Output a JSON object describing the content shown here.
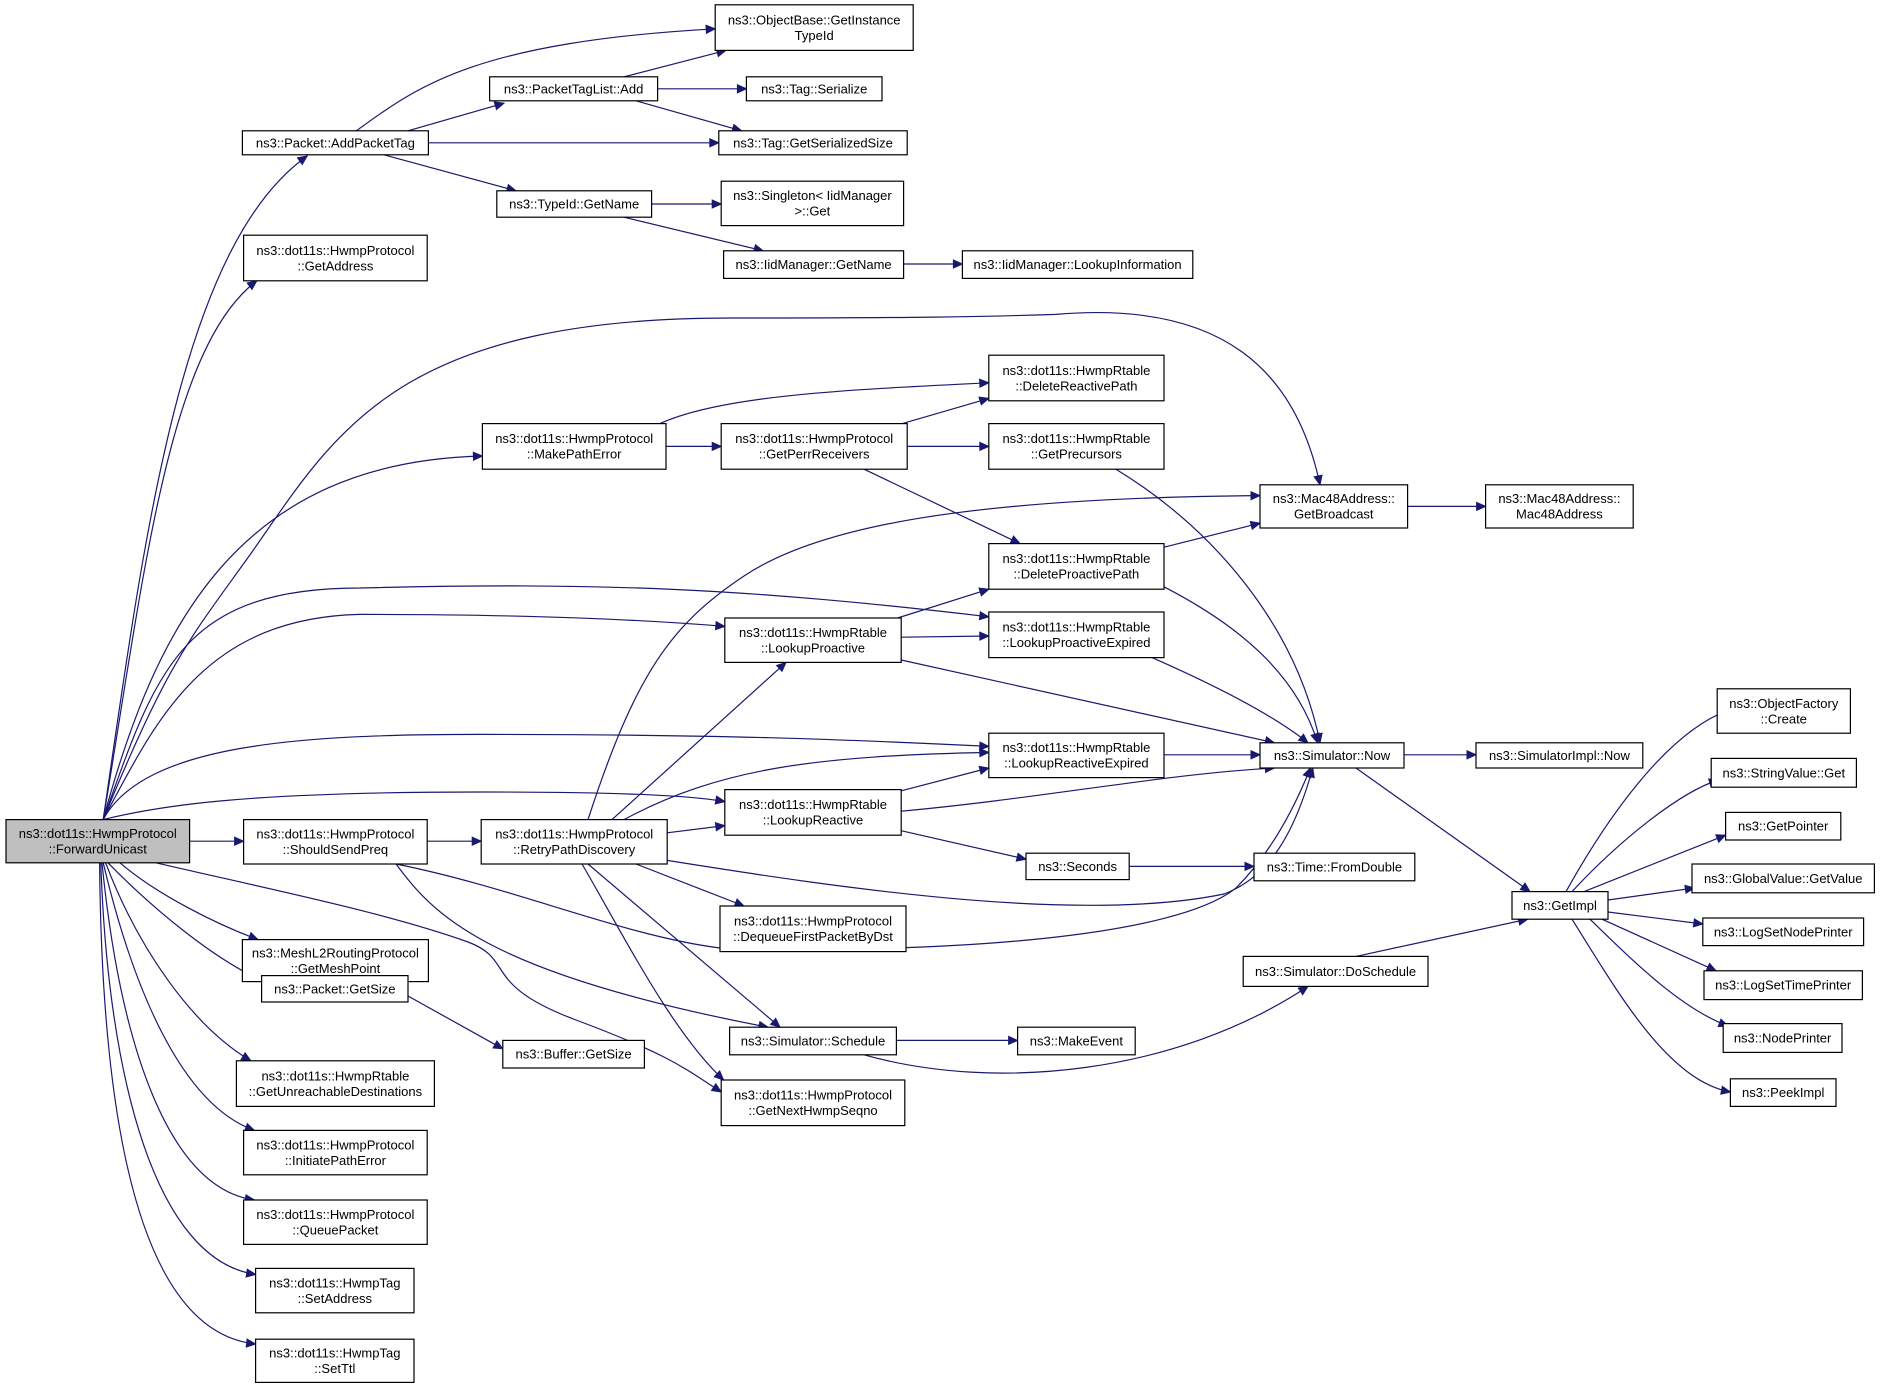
{
  "diagram": {
    "nodes": [
      {
        "id": "root",
        "lines": [
          "ns3::dot11s::HwmpProtocol",
          "::ForwardUnicast"
        ],
        "style": "root"
      },
      {
        "id": "addPacketTag",
        "lines": [
          "ns3::Packet::AddPacketTag"
        ],
        "style": "normal"
      },
      {
        "id": "getInstanceTypeId",
        "lines": [
          "ns3::ObjectBase::GetInstance",
          "TypeId"
        ],
        "style": "normal"
      },
      {
        "id": "packetTagListAdd",
        "lines": [
          "ns3::PacketTagList::Add"
        ],
        "style": "normal"
      },
      {
        "id": "tagSerialize",
        "lines": [
          "ns3::Tag::Serialize"
        ],
        "style": "normal"
      },
      {
        "id": "tagGetSerializedSize",
        "lines": [
          "ns3::Tag::GetSerializedSize"
        ],
        "style": "normal"
      },
      {
        "id": "typeIdGetName",
        "lines": [
          "ns3::TypeId::GetName"
        ],
        "style": "normal"
      },
      {
        "id": "singletonGet",
        "lines": [
          "ns3::Singleton< IidManager",
          " >::Get"
        ],
        "style": "normal"
      },
      {
        "id": "iidManagerGetName",
        "lines": [
          "ns3::IidManager::GetName"
        ],
        "style": "normal"
      },
      {
        "id": "iidManagerLookupInformation",
        "lines": [
          "ns3::IidManager::LookupInformation"
        ],
        "style": "normal"
      },
      {
        "id": "hwmpGetAddress",
        "lines": [
          "ns3::dot11s::HwmpProtocol",
          "::GetAddress"
        ],
        "style": "normal"
      },
      {
        "id": "makePathError",
        "lines": [
          "ns3::dot11s::HwmpProtocol",
          "::MakePathError"
        ],
        "style": "normal"
      },
      {
        "id": "deleteReactivePath",
        "lines": [
          "ns3::dot11s::HwmpRtable",
          "::DeleteReactivePath"
        ],
        "style": "normal"
      },
      {
        "id": "getPerrReceivers",
        "lines": [
          "ns3::dot11s::HwmpProtocol",
          "::GetPerrReceivers"
        ],
        "style": "normal"
      },
      {
        "id": "getPrecursors",
        "lines": [
          "ns3::dot11s::HwmpRtable",
          "::GetPrecursors"
        ],
        "style": "normal"
      },
      {
        "id": "getBroadcast",
        "lines": [
          "ns3::Mac48Address::",
          "GetBroadcast"
        ],
        "style": "normal"
      },
      {
        "id": "mac48Address",
        "lines": [
          "ns3::Mac48Address::",
          "Mac48Address"
        ],
        "style": "normal"
      },
      {
        "id": "deleteProactivePath",
        "lines": [
          "ns3::dot11s::HwmpRtable",
          "::DeleteProactivePath"
        ],
        "style": "normal"
      },
      {
        "id": "lookupProactive",
        "lines": [
          "ns3::dot11s::HwmpRtable",
          "::LookupProactive"
        ],
        "style": "normal"
      },
      {
        "id": "lookupProactiveExpired",
        "lines": [
          "ns3::dot11s::HwmpRtable",
          "::LookupProactiveExpired"
        ],
        "style": "normal"
      },
      {
        "id": "lookupReactiveExpired",
        "lines": [
          "ns3::dot11s::HwmpRtable",
          "::LookupReactiveExpired"
        ],
        "style": "normal"
      },
      {
        "id": "simulatorNow",
        "lines": [
          "ns3::Simulator::Now"
        ],
        "style": "normal"
      },
      {
        "id": "simulatorImplNow",
        "lines": [
          "ns3::SimulatorImpl::Now"
        ],
        "style": "normal"
      },
      {
        "id": "lookupReactive",
        "lines": [
          "ns3::dot11s::HwmpRtable",
          "::LookupReactive"
        ],
        "style": "normal"
      },
      {
        "id": "shouldSendPreq",
        "lines": [
          "ns3::dot11s::HwmpProtocol",
          "::ShouldSendPreq"
        ],
        "style": "normal"
      },
      {
        "id": "retryPathDiscovery",
        "lines": [
          "ns3::dot11s::HwmpProtocol",
          "::RetryPathDiscovery"
        ],
        "style": "normal"
      },
      {
        "id": "seconds",
        "lines": [
          "ns3::Seconds"
        ],
        "style": "normal"
      },
      {
        "id": "timeFromDouble",
        "lines": [
          "ns3::Time::FromDouble"
        ],
        "style": "red"
      },
      {
        "id": "dequeueFirstPacketByDst",
        "lines": [
          "ns3::dot11s::HwmpProtocol",
          "::DequeueFirstPacketByDst"
        ],
        "style": "normal"
      },
      {
        "id": "getMeshPoint",
        "lines": [
          "ns3::MeshL2RoutingProtocol",
          "::GetMeshPoint"
        ],
        "style": "normal"
      },
      {
        "id": "packetGetSize",
        "lines": [
          "ns3::Packet::GetSize"
        ],
        "style": "normal"
      },
      {
        "id": "bufferGetSize",
        "lines": [
          "ns3::Buffer::GetSize"
        ],
        "style": "normal"
      },
      {
        "id": "simulatorSchedule",
        "lines": [
          "ns3::Simulator::Schedule"
        ],
        "style": "normal"
      },
      {
        "id": "makeEvent",
        "lines": [
          "ns3::MakeEvent"
        ],
        "style": "red"
      },
      {
        "id": "doSchedule",
        "lines": [
          "ns3::Simulator::DoSchedule"
        ],
        "style": "red"
      },
      {
        "id": "getUnreachableDestinations",
        "lines": [
          "ns3::dot11s::HwmpRtable",
          "::GetUnreachableDestinations"
        ],
        "style": "normal"
      },
      {
        "id": "getNextHwmpSeqno",
        "lines": [
          "ns3::dot11s::HwmpProtocol",
          "::GetNextHwmpSeqno"
        ],
        "style": "normal"
      },
      {
        "id": "initiatePathError",
        "lines": [
          "ns3::dot11s::HwmpProtocol",
          "::InitiatePathError"
        ],
        "style": "normal"
      },
      {
        "id": "queuePacket",
        "lines": [
          "ns3::dot11s::HwmpProtocol",
          "::QueuePacket"
        ],
        "style": "normal"
      },
      {
        "id": "hwmpTagSetAddress",
        "lines": [
          "ns3::dot11s::HwmpTag",
          "::SetAddress"
        ],
        "style": "normal"
      },
      {
        "id": "hwmpTagSetTtl",
        "lines": [
          "ns3::dot11s::HwmpTag",
          "::SetTtl"
        ],
        "style": "normal"
      },
      {
        "id": "getImpl",
        "lines": [
          "ns3::GetImpl"
        ],
        "style": "red"
      },
      {
        "id": "objectFactoryCreate",
        "lines": [
          "ns3::ObjectFactory",
          "::Create"
        ],
        "style": "red"
      },
      {
        "id": "stringValueGet",
        "lines": [
          "ns3::StringValue::Get"
        ],
        "style": "normal"
      },
      {
        "id": "getPointer",
        "lines": [
          "ns3::GetPointer"
        ],
        "style": "red"
      },
      {
        "id": "globalValueGetValue",
        "lines": [
          "ns3::GlobalValue::GetValue"
        ],
        "style": "red"
      },
      {
        "id": "logSetNodePrinter",
        "lines": [
          "ns3::LogSetNodePrinter"
        ],
        "style": "normal"
      },
      {
        "id": "logSetTimePrinter",
        "lines": [
          "ns3::LogSetTimePrinter"
        ],
        "style": "red"
      },
      {
        "id": "nodePrinter",
        "lines": [
          "ns3::NodePrinter"
        ],
        "style": "red"
      },
      {
        "id": "peekImpl",
        "lines": [
          "ns3::PeekImpl"
        ],
        "style": "normal"
      }
    ],
    "edges": [
      {
        "from": "root",
        "to": "addPacketTag"
      },
      {
        "from": "root",
        "to": "hwmpGetAddress"
      },
      {
        "from": "root",
        "to": "getBroadcast"
      },
      {
        "from": "root",
        "to": "makePathError"
      },
      {
        "from": "root",
        "to": "lookupProactiveExpired"
      },
      {
        "from": "root",
        "to": "lookupProactive"
      },
      {
        "from": "root",
        "to": "lookupReactiveExpired"
      },
      {
        "from": "root",
        "to": "lookupReactive"
      },
      {
        "from": "root",
        "to": "shouldSendPreq"
      },
      {
        "from": "root",
        "to": "getNextHwmpSeqno"
      },
      {
        "from": "root",
        "to": "getMeshPoint"
      },
      {
        "from": "root",
        "to": "packetGetSize"
      },
      {
        "from": "root",
        "to": "getUnreachableDestinations"
      },
      {
        "from": "root",
        "to": "initiatePathError"
      },
      {
        "from": "root",
        "to": "queuePacket"
      },
      {
        "from": "root",
        "to": "hwmpTagSetAddress"
      },
      {
        "from": "root",
        "to": "hwmpTagSetTtl"
      },
      {
        "from": "addPacketTag",
        "to": "getInstanceTypeId"
      },
      {
        "from": "addPacketTag",
        "to": "packetTagListAdd"
      },
      {
        "from": "addPacketTag",
        "to": "tagGetSerializedSize"
      },
      {
        "from": "addPacketTag",
        "to": "typeIdGetName"
      },
      {
        "from": "packetTagListAdd",
        "to": "getInstanceTypeId"
      },
      {
        "from": "packetTagListAdd",
        "to": "tagSerialize"
      },
      {
        "from": "packetTagListAdd",
        "to": "tagGetSerializedSize"
      },
      {
        "from": "typeIdGetName",
        "to": "singletonGet"
      },
      {
        "from": "typeIdGetName",
        "to": "iidManagerGetName"
      },
      {
        "from": "iidManagerGetName",
        "to": "iidManagerLookupInformation"
      },
      {
        "from": "makePathError",
        "to": "deleteReactivePath"
      },
      {
        "from": "makePathError",
        "to": "getPerrReceivers"
      },
      {
        "from": "getPerrReceivers",
        "to": "deleteReactivePath"
      },
      {
        "from": "getPerrReceivers",
        "to": "getPrecursors"
      },
      {
        "from": "getPerrReceivers",
        "to": "deleteProactivePath"
      },
      {
        "from": "getPrecursors",
        "to": "simulatorNow"
      },
      {
        "from": "getBroadcast",
        "to": "mac48Address"
      },
      {
        "from": "deleteProactivePath",
        "to": "getBroadcast"
      },
      {
        "from": "deleteProactivePath",
        "to": "simulatorNow"
      },
      {
        "from": "lookupProactive",
        "to": "deleteProactivePath"
      },
      {
        "from": "lookupProactive",
        "to": "lookupProactiveExpired"
      },
      {
        "from": "lookupProactive",
        "to": "simulatorNow"
      },
      {
        "from": "lookupProactiveExpired",
        "to": "simulatorNow"
      },
      {
        "from": "lookupReactiveExpired",
        "to": "simulatorNow"
      },
      {
        "from": "simulatorNow",
        "to": "simulatorImplNow"
      },
      {
        "from": "simulatorNow",
        "to": "getImpl"
      },
      {
        "from": "lookupReactive",
        "to": "lookupReactiveExpired"
      },
      {
        "from": "lookupReactive",
        "to": "simulatorNow"
      },
      {
        "from": "lookupReactive",
        "to": "seconds"
      },
      {
        "from": "shouldSendPreq",
        "to": "retryPathDiscovery"
      },
      {
        "from": "shouldSendPreq",
        "to": "simulatorNow"
      },
      {
        "from": "shouldSendPreq",
        "to": "simulatorSchedule"
      },
      {
        "from": "retryPathDiscovery",
        "to": "getBroadcast"
      },
      {
        "from": "retryPathDiscovery",
        "to": "lookupProactive"
      },
      {
        "from": "retryPathDiscovery",
        "to": "lookupReactiveExpired"
      },
      {
        "from": "retryPathDiscovery",
        "to": "lookupReactive"
      },
      {
        "from": "retryPathDiscovery",
        "to": "simulatorNow"
      },
      {
        "from": "retryPathDiscovery",
        "to": "dequeueFirstPacketByDst"
      },
      {
        "from": "retryPathDiscovery",
        "to": "simulatorSchedule"
      },
      {
        "from": "retryPathDiscovery",
        "to": "getNextHwmpSeqno"
      },
      {
        "from": "seconds",
        "to": "timeFromDouble"
      },
      {
        "from": "packetGetSize",
        "to": "bufferGetSize"
      },
      {
        "from": "simulatorSchedule",
        "to": "makeEvent"
      },
      {
        "from": "simulatorSchedule",
        "to": "doSchedule"
      },
      {
        "from": "doSchedule",
        "to": "getImpl"
      },
      {
        "from": "getImpl",
        "to": "objectFactoryCreate"
      },
      {
        "from": "getImpl",
        "to": "stringValueGet"
      },
      {
        "from": "getImpl",
        "to": "getPointer"
      },
      {
        "from": "getImpl",
        "to": "globalValueGetValue"
      },
      {
        "from": "getImpl",
        "to": "logSetNodePrinter"
      },
      {
        "from": "getImpl",
        "to": "logSetTimePrinter"
      },
      {
        "from": "getImpl",
        "to": "nodePrinter"
      },
      {
        "from": "getImpl",
        "to": "peekImpl"
      }
    ],
    "colors": {
      "edge": "#191970",
      "root_fill": "#bfbfbf",
      "node_fill": "#ffffff",
      "node_border": "#000000",
      "external_border": "#ff0000",
      "text": "#000000"
    }
  }
}
